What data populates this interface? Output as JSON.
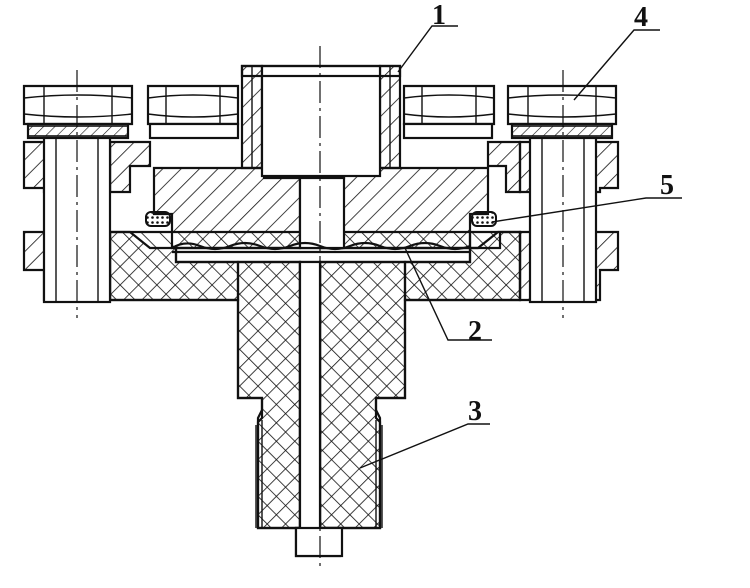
{
  "figure": {
    "callouts": [
      {
        "id": "1",
        "text": "1"
      },
      {
        "id": "2",
        "text": "2"
      },
      {
        "id": "3",
        "text": "3"
      },
      {
        "id": "4",
        "text": "4"
      },
      {
        "id": "5",
        "text": "5"
      }
    ],
    "colors": {
      "ink": "#111111",
      "background": "#ffffff"
    }
  }
}
